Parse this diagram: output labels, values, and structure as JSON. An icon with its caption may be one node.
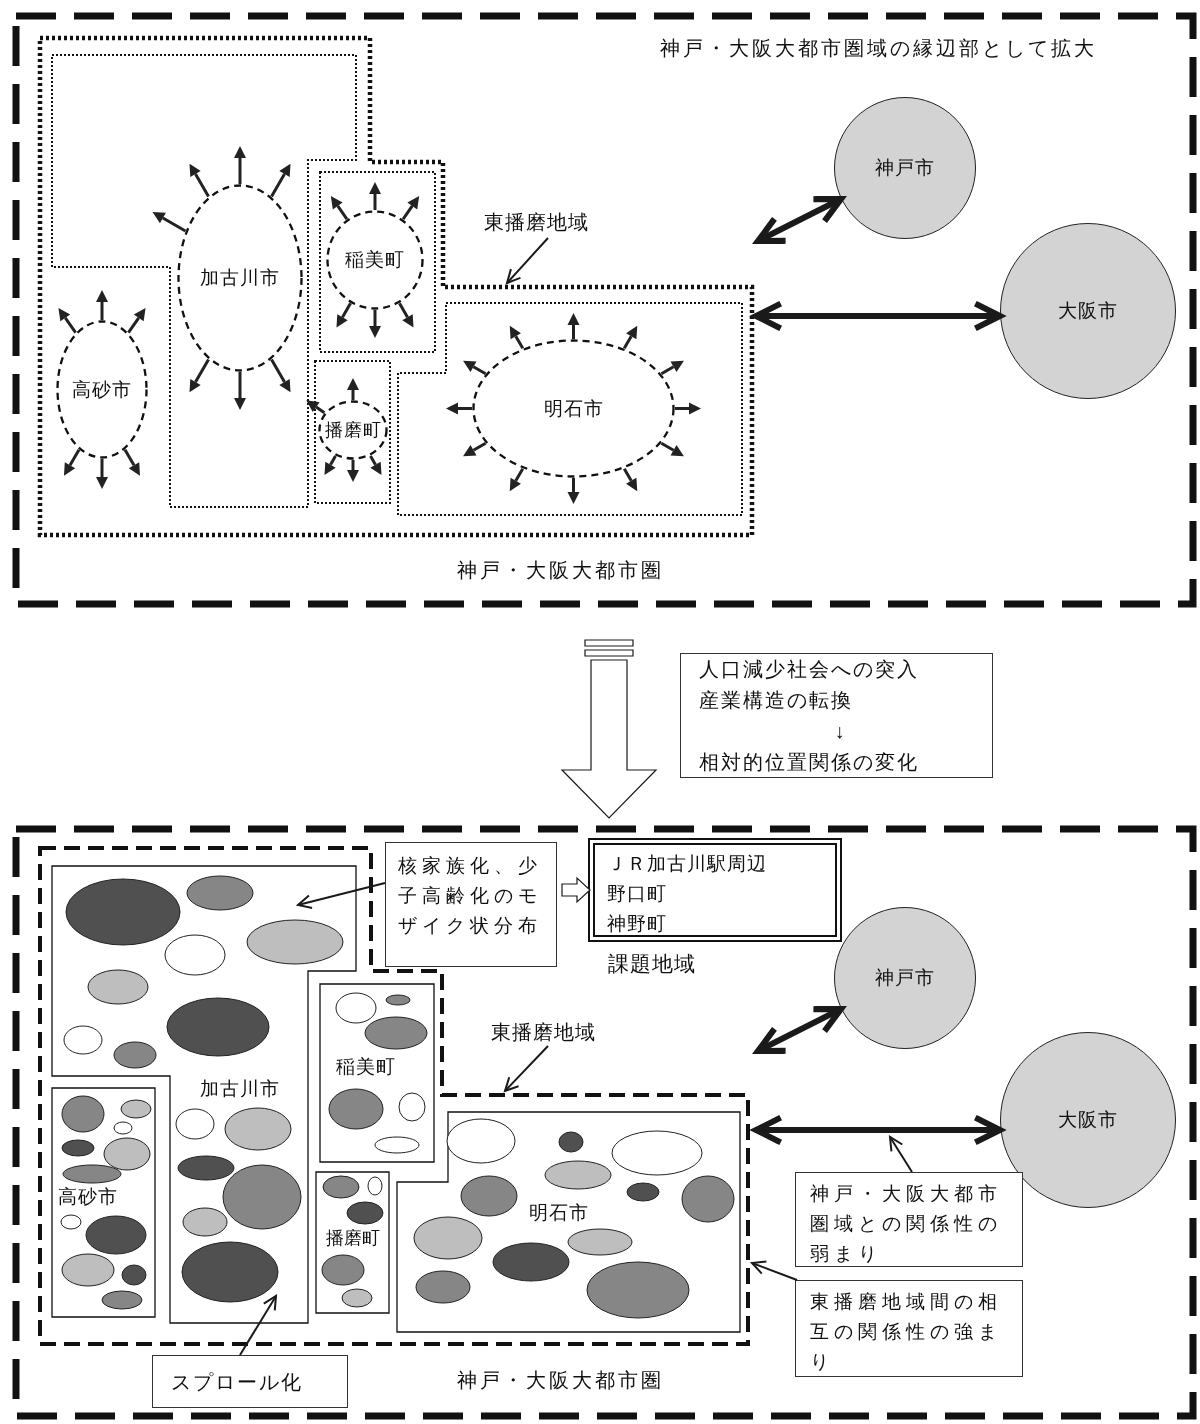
{
  "diagram": {
    "nodes": [
      {
        "text": [
          "神戸・大阪大都市圏域の縁辺部として拡大",
          "神戸・大阪大都市圏"
        ]
      },
      {
        "text": [],
        "shape": "box",
        "in": 0
      },
      {
        "text": [],
        "shape": "box",
        "in": 1
      },
      {
        "text": [
          "加古川市"
        ],
        "in": 2
      },
      {
        "text": [],
        "shape": "box",
        "in": 1
      },
      {
        "text": [
          "稲美町"
        ],
        "in": 4
      },
      {
        "text": [
          "高砂市"
        ],
        "in": 1
      },
      {
        "text": [],
        "shape": "box",
        "in": 1
      },
      {
        "text": [
          "播磨町"
        ],
        "in": 7
      },
      {
        "text": [],
        "shape": "box",
        "in": 1
      },
      {
        "text": [
          "明石市"
        ],
        "in": 9
      },
      {
        "text": [
          "東播磨地域"
        ],
        "in": 0
      },
      {
        "text": [
          "神戸市"
        ],
        "in": 0
      },
      {
        "text": [
          "大阪市"
        ],
        "in": 0
      },
      {
        "text": [
          "人口減少社会への突入",
          "産業構造の転換",
          "↓",
          "相対的位置関係の変化"
        ]
      },
      {
        "text": [
          "神戸・大阪大都市圏"
        ]
      },
      {
        "text": [],
        "shape": "box",
        "in": 15
      },
      {
        "text": [
          "加古川市"
        ],
        "in": 16
      },
      {
        "text": [
          "稲美町"
        ],
        "in": 16
      },
      {
        "text": [
          "高砂市"
        ],
        "in": 16
      },
      {
        "text": [
          "播磨町"
        ],
        "in": 16
      },
      {
        "text": [
          "明石市"
        ],
        "in": 16
      },
      {
        "text": [
          "核家族化、少子高齢化のモザイク状分布"
        ],
        "in": 15
      },
      {
        "text": [
          "ＪＲ加古川駅周辺",
          "野口町",
          "神野町"
        ],
        "beside": [
          "課題地域"
        ],
        "in": 15
      },
      {
        "text": [
          "東播磨地域"
        ],
        "in": 15
      },
      {
        "text": [
          "神戸市"
        ],
        "in": 15
      },
      {
        "text": [
          "大阪市"
        ],
        "in": 15
      },
      {
        "text": [
          "神戸・大阪大都市圏域との関係性の弱まり"
        ],
        "in": 15
      },
      {
        "text": [
          "東播磨地域間の相互の関係性の強まり"
        ],
        "in": 15
      },
      {
        "text": [
          "スプロール化"
        ],
        "in": 15
      }
    ],
    "edges": [
      {
        "from": 11,
        "to": 1,
        "arrow": "to"
      },
      {
        "from": 1,
        "to": 12,
        "arrow": "both",
        "style": "thick"
      },
      {
        "from": 1,
        "to": 13,
        "arrow": "both",
        "style": "thick"
      },
      {
        "from": 0,
        "to": 15,
        "arrow": "to"
      },
      {
        "from": 22,
        "to": 17,
        "arrow": "to"
      },
      {
        "from": 22,
        "to": 23,
        "arrow": "to"
      },
      {
        "from": 24,
        "to": 16,
        "arrow": "to"
      },
      {
        "from": 16,
        "to": 25,
        "arrow": "both",
        "style": "thick"
      },
      {
        "from": 16,
        "to": 26,
        "arrow": "both",
        "style": "thick"
      },
      {
        "from": 27,
        "to": null,
        "arrow": "to"
      },
      {
        "from": 28,
        "to": 16,
        "arrow": "to"
      },
      {
        "from": 29,
        "to": 17,
        "arrow": "to"
      }
    ]
  }
}
